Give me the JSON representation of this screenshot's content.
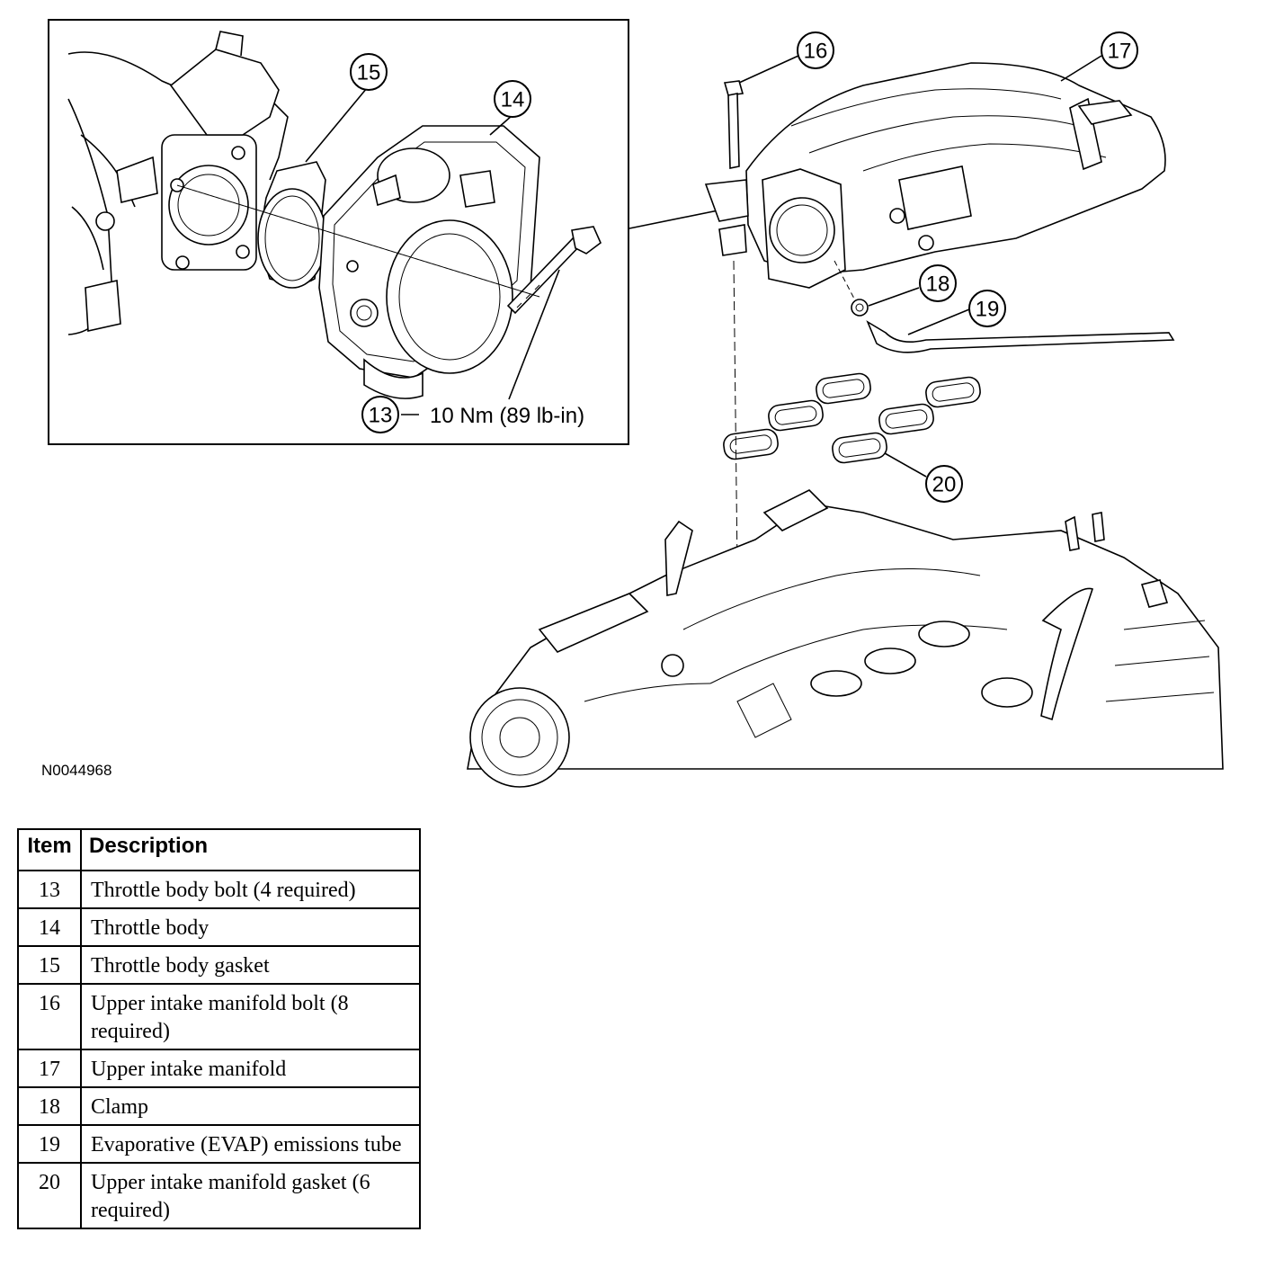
{
  "figure_id": "N0044968",
  "torque_spec": "10 Nm (89 lb-in)",
  "callouts": {
    "c13": "13",
    "c14": "14",
    "c15": "15",
    "c16": "16",
    "c17": "17",
    "c18": "18",
    "c19": "19",
    "c20": "20"
  },
  "legend": {
    "header_item": "Item",
    "header_description": "Description",
    "rows": [
      {
        "item": "13",
        "description": "Throttle body bolt (4 required)"
      },
      {
        "item": "14",
        "description": "Throttle body"
      },
      {
        "item": "15",
        "description": "Throttle body gasket"
      },
      {
        "item": "16",
        "description": "Upper intake manifold bolt (8 required)"
      },
      {
        "item": "17",
        "description": "Upper intake manifold"
      },
      {
        "item": "18",
        "description": "Clamp"
      },
      {
        "item": "19",
        "description": "Evaporative (EVAP) emissions tube"
      },
      {
        "item": "20",
        "description": "Upper intake manifold gasket (6 required)"
      }
    ]
  }
}
